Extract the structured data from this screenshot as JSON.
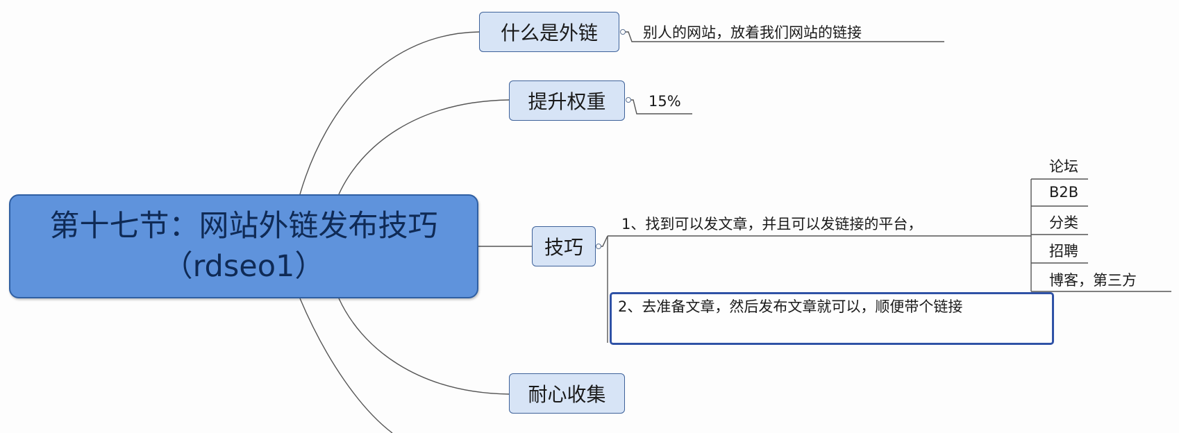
{
  "central": {
    "title": "第十七节：网站外链发布技巧（rdseo1）"
  },
  "topics": {
    "what_is": {
      "label": "什么是外链",
      "note": "别人的网站，放着我们网站的链接"
    },
    "boost": {
      "label": "提升权重",
      "note": "15%"
    },
    "tips": {
      "label": "技巧",
      "step1": "1、找到可以发文章，并且可以发链接的平台，",
      "step2": "2、去准备文章，然后发布文章就可以，顺便带个链接",
      "platforms": [
        "论坛",
        "B2B",
        "分类",
        "招聘",
        "博客，第三方"
      ]
    },
    "patience": {
      "label": "耐心收集"
    }
  },
  "colors": {
    "central_fill": "#5f93dc",
    "central_border": "#2f5fa3",
    "topic_fill": "#d7e4f6",
    "topic_border": "#3d6199",
    "connector": "#555555",
    "highlight_border": "#2f52a6"
  }
}
